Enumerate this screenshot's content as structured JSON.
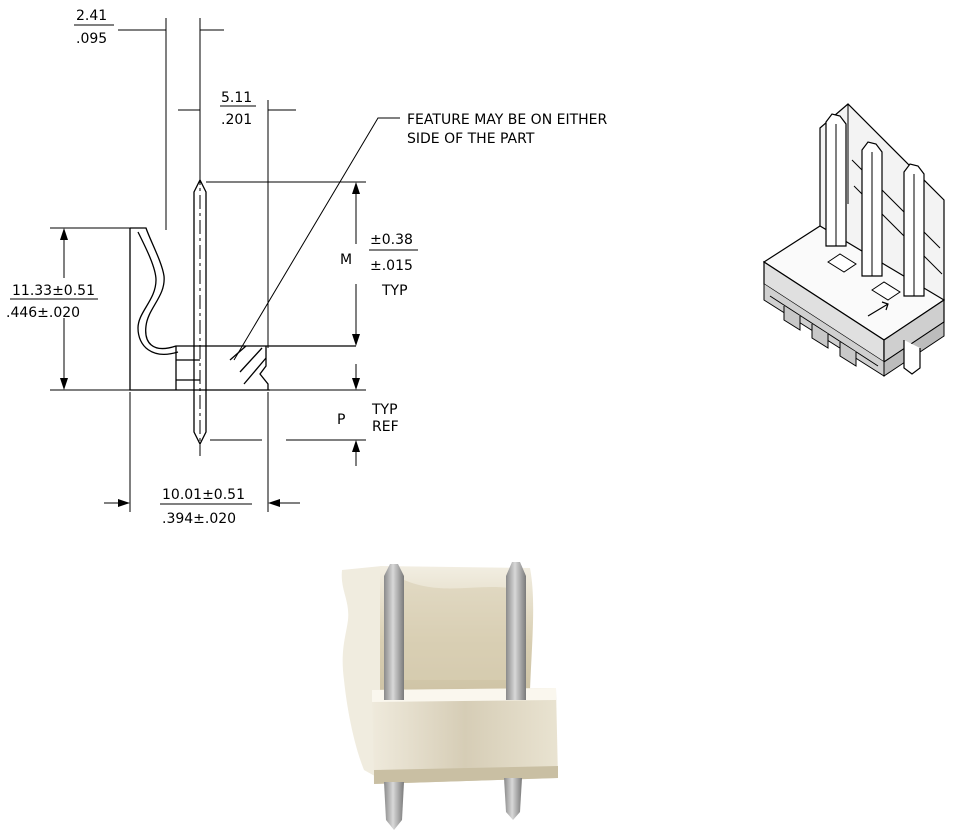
{
  "side_view": {
    "dim_pin_width": {
      "metric": "2.41",
      "imperial": ".095"
    },
    "dim_pin_offset": {
      "metric": "5.11",
      "imperial": ".201"
    },
    "dim_height": {
      "metric": "11.33±0.51",
      "imperial": ".446±.020"
    },
    "dim_depth": {
      "metric": "10.01±0.51",
      "imperial": ".394±.020"
    },
    "dim_m": {
      "letter": "M",
      "tol_metric": "±0.38",
      "tol_imperial": "±.015",
      "note": "TYP"
    },
    "dim_p": {
      "letter": "P",
      "note1": "TYP",
      "note2": "REF"
    },
    "feature_note": {
      "line1": "FEATURE MAY BE ON EITHER",
      "line2": "SIDE OF THE PART"
    }
  },
  "iso_view": {
    "icon": "connector-isometric-illustration"
  },
  "photo": {
    "icon": "connector-photo"
  }
}
